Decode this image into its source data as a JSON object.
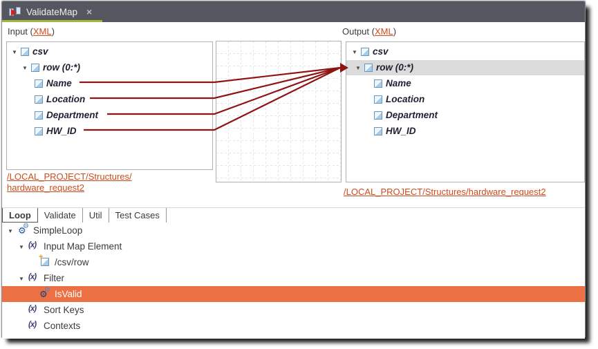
{
  "tab": {
    "title": "ValidateMap"
  },
  "icons": {
    "close": "×",
    "expander_down": "▼",
    "gears": "⚙",
    "function": "(x)",
    "plus": "+"
  },
  "headers": {
    "input_prefix": "Input (",
    "output_prefix": "Output (",
    "xml_link": "XML",
    "suffix": ")"
  },
  "input_tree": {
    "items": [
      {
        "label": "csv"
      },
      {
        "label": "row (0:*)"
      },
      {
        "label": "Name"
      },
      {
        "label": "Location"
      },
      {
        "label": "Department"
      },
      {
        "label": "HW_ID"
      }
    ]
  },
  "output_tree": {
    "items": [
      {
        "label": "csv"
      },
      {
        "label": "row (0:*)",
        "selected": true
      },
      {
        "label": "Name"
      },
      {
        "label": "Location"
      },
      {
        "label": "Department"
      },
      {
        "label": "HW_ID"
      }
    ]
  },
  "mappings": {
    "from": [
      "Name",
      "Location",
      "Department",
      "HW_ID"
    ],
    "to": "row (0:*)"
  },
  "links": {
    "input_line1": "/LOCAL_PROJECT/Structures/",
    "input_line2": "hardware_request2",
    "output": "/LOCAL_PROJECT/Structures/hardware_request2"
  },
  "func_tabs": {
    "active": "Loop",
    "items": [
      {
        "label": "Loop"
      },
      {
        "label": "Validate"
      },
      {
        "label": "Util"
      },
      {
        "label": "Test Cases"
      }
    ]
  },
  "loop_tree": {
    "items": [
      {
        "label": "SimpleLoop"
      },
      {
        "label": "Input Map Element"
      },
      {
        "label": "/csv/row"
      },
      {
        "label": "Filter"
      },
      {
        "label": "IsValid",
        "selected": true
      },
      {
        "label": "Sort Keys"
      },
      {
        "label": "Contexts"
      }
    ]
  },
  "colors": {
    "topbar": "#54575f",
    "active_tab_underline": "#a2b93c",
    "link_orange": "#ce4a1d",
    "mapping_line_red": "#8e1313",
    "selection_orange": "#eb7144",
    "row_highlight_gray": "#dbdbdb",
    "tree_text_navy": "#1f1f33"
  }
}
